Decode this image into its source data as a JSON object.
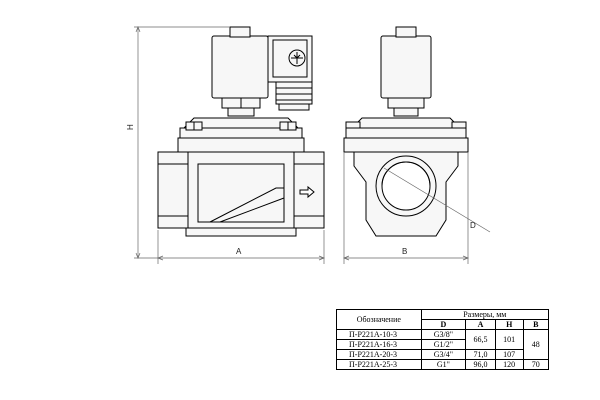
{
  "labels": {
    "dim_a": "A",
    "dim_b": "B",
    "dim_h": "H",
    "dim_d": "D"
  },
  "table": {
    "col_designation": "Обозначение",
    "col_dimensions": "Размеры, мм",
    "sub_headers": [
      "D",
      "A",
      "H",
      "B"
    ],
    "rows": [
      {
        "model": "П-Р221А-10-3",
        "d": "G3/8\"",
        "a": "66,5",
        "h": "101",
        "b": "48"
      },
      {
        "model": "П-Р221А-16-3",
        "d": "G1/2\"",
        "a": "66,5",
        "h": "101",
        "b": "48"
      },
      {
        "model": "П-Р221А-20-3",
        "d": "G3/4\"",
        "a": "71,0",
        "h": "107",
        "b": "48"
      },
      {
        "model": "П-Р221А-25-3",
        "d": "G1\"",
        "a": "96,0",
        "h": "120",
        "b": "70"
      }
    ]
  },
  "colors": {
    "line": "#000000",
    "dim_line": "#666666",
    "fill": "#f7f7f7"
  }
}
